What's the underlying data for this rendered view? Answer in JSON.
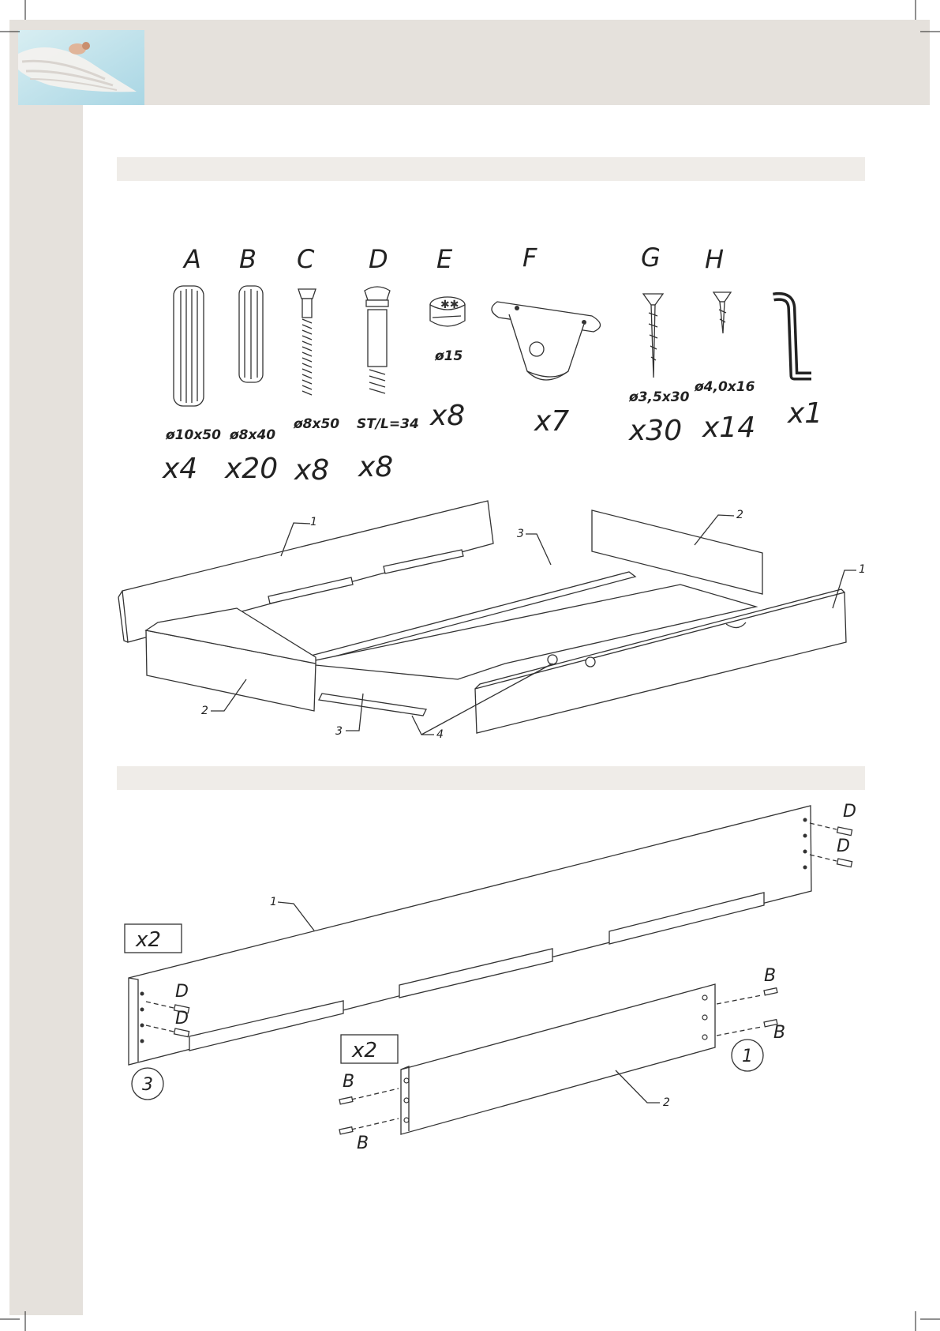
{
  "parts": [
    {
      "letter": "A",
      "spec": "ø10x50",
      "qty": "x4"
    },
    {
      "letter": "B",
      "spec": "ø8x40",
      "qty": "x20"
    },
    {
      "letter": "C",
      "spec": "ø8x50",
      "qty": "x8"
    },
    {
      "letter": "D",
      "spec": "ST/L=34",
      "qty": "x8"
    },
    {
      "letter": "E",
      "spec": "ø15",
      "qty": "x8"
    },
    {
      "letter": "F",
      "spec": "",
      "qty": "x7"
    },
    {
      "letter": "G",
      "spec": "ø3,5x30",
      "qty": "x30"
    },
    {
      "letter": "H",
      "spec": "ø4,0x16",
      "qty": "x14"
    },
    {
      "letter": "",
      "spec": "",
      "qty": "x1"
    }
  ],
  "assembly": {
    "labels": {
      "one": "1",
      "two": "2",
      "three": "3",
      "four": "4"
    }
  },
  "step": {
    "count_long": "x2",
    "count_short": "x2",
    "fastener_d": "D",
    "fastener_b": "B",
    "part_1": "1",
    "part_2": "2",
    "step_next": "1",
    "step_prev": "3"
  }
}
